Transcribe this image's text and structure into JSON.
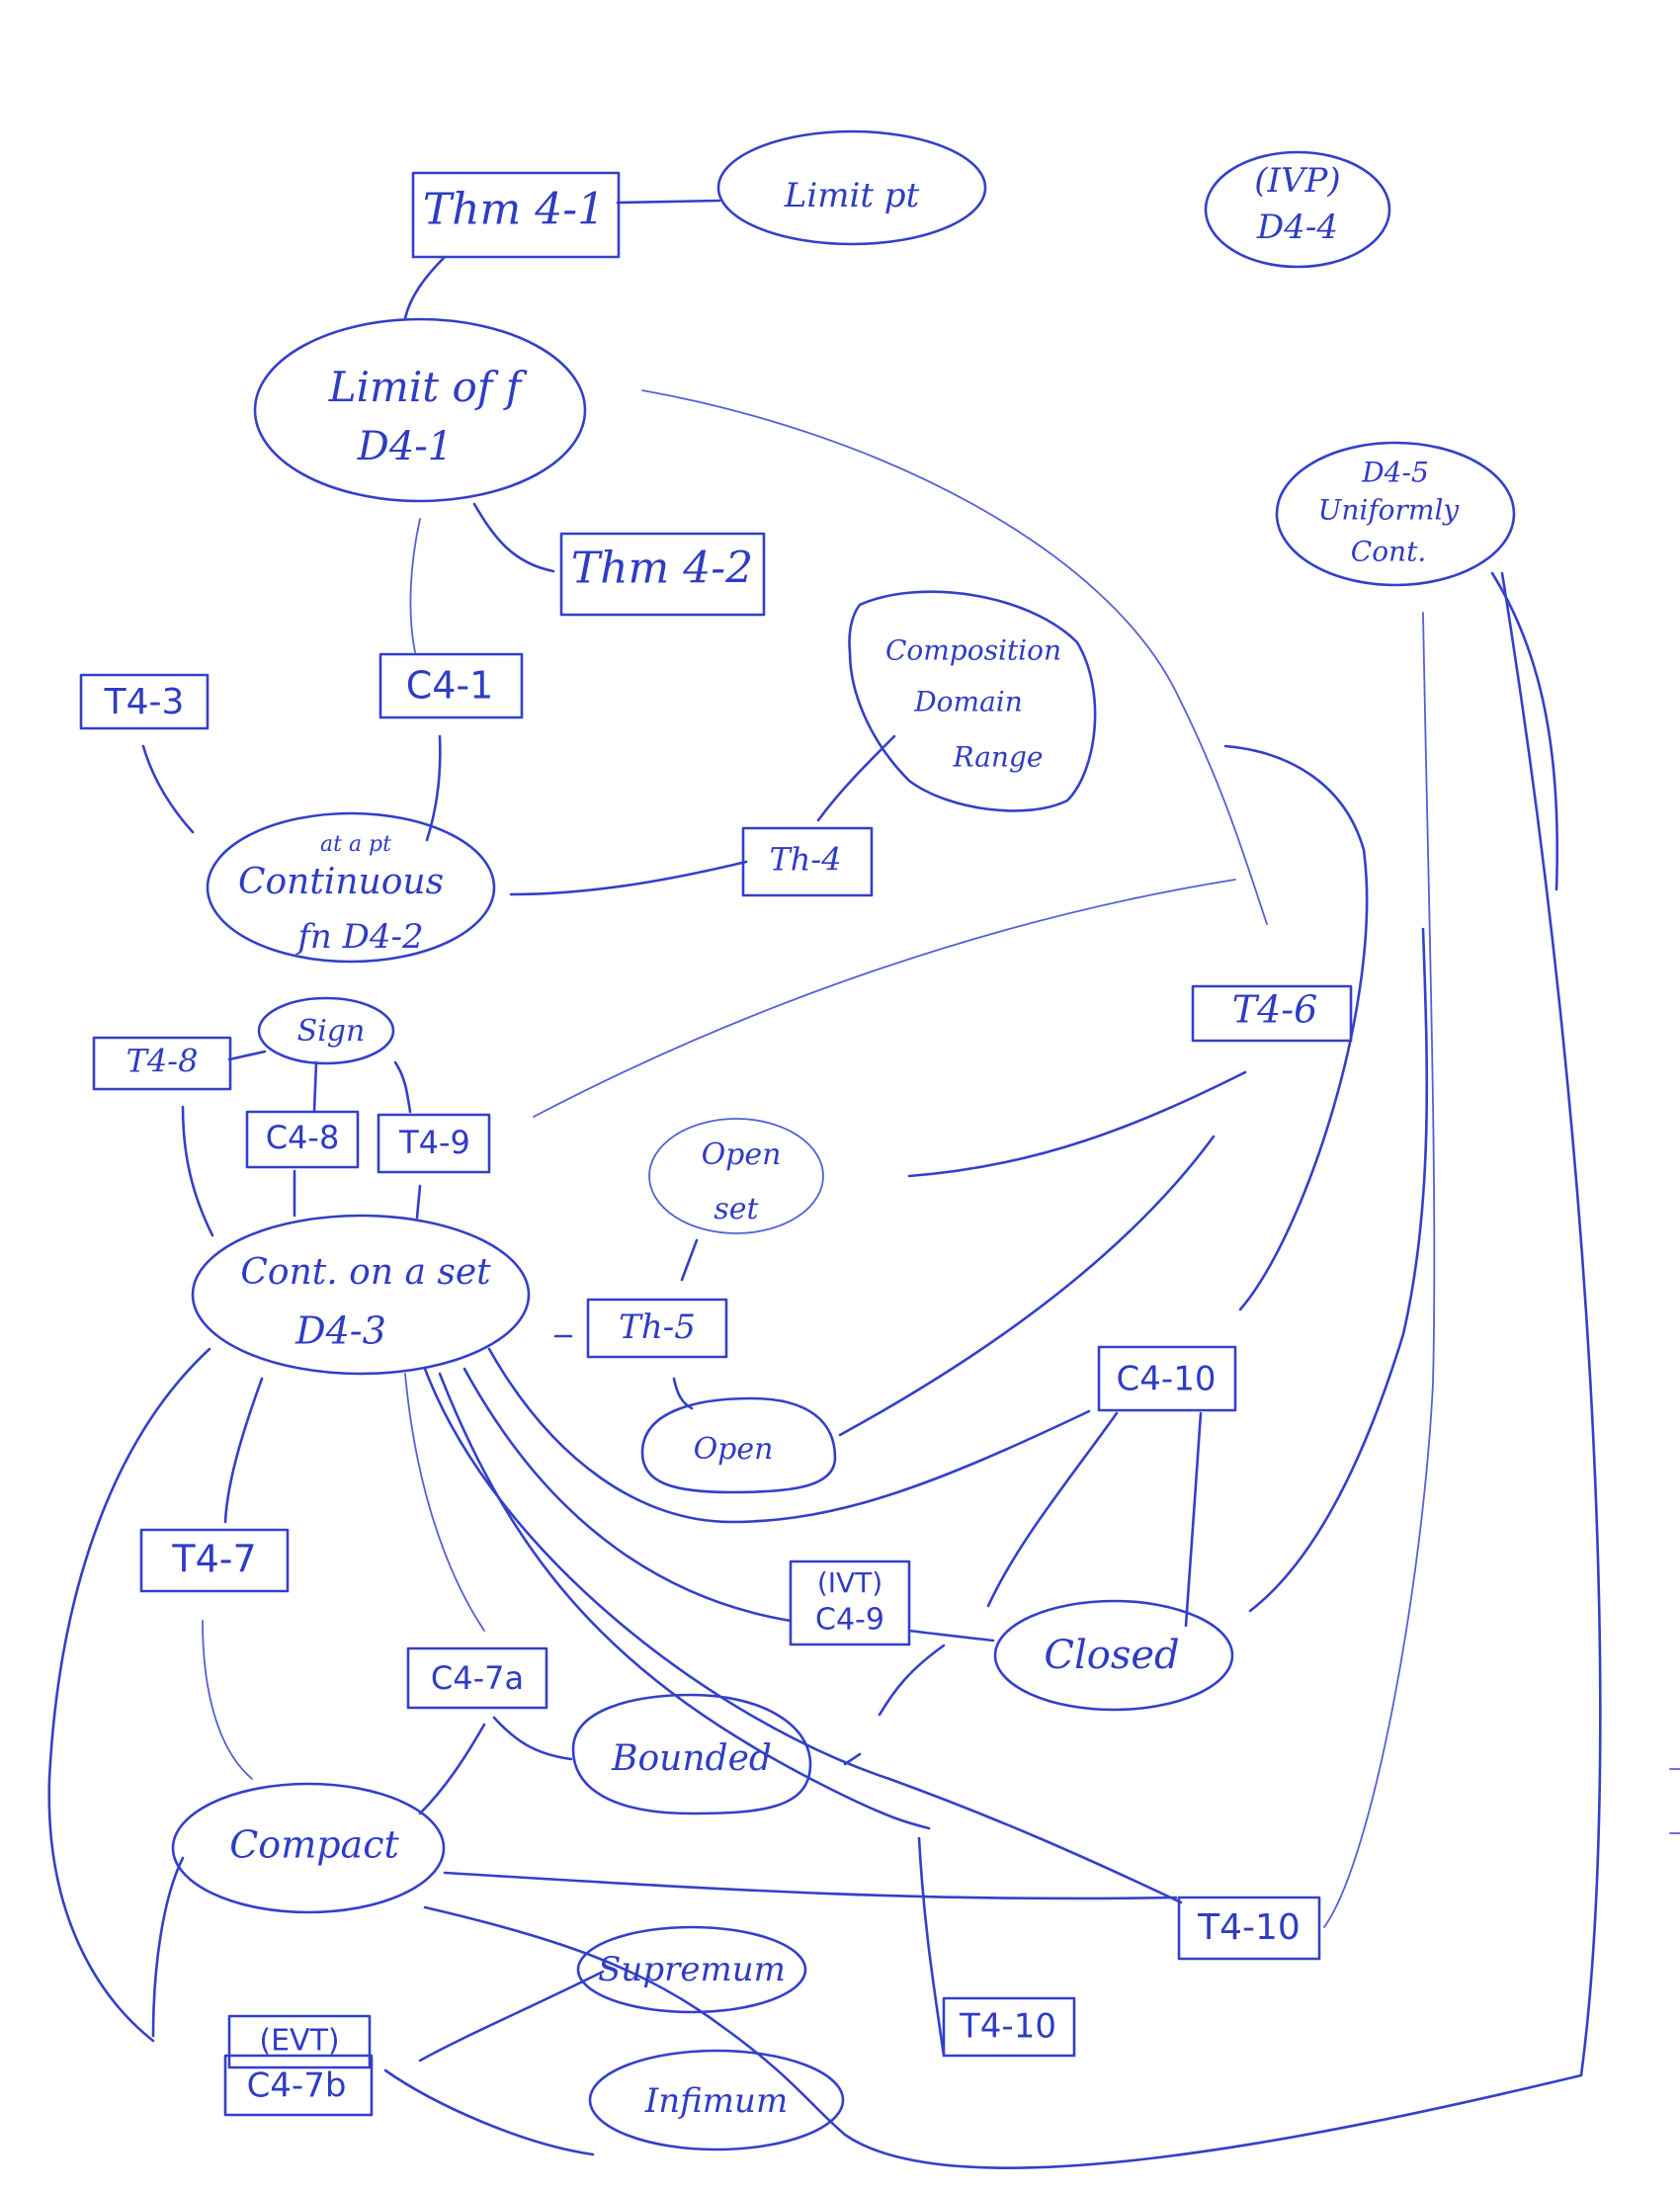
{
  "diagram": {
    "nodes": {
      "thm41": {
        "label": "Thm 4-1"
      },
      "limitpt": {
        "label": "Limit pt"
      },
      "ivp": {
        "line1": "(IVP)",
        "line2": "D4-4"
      },
      "limitf": {
        "line1": "Limit of f",
        "line2": "D4-1"
      },
      "d45": {
        "line1": "D4-5",
        "line2": "Uniformly",
        "line3": "Cont."
      },
      "thm42": {
        "label": "Thm 4-2"
      },
      "comp": {
        "line1": "Composition",
        "line2": "Domain",
        "line3": "Range"
      },
      "t43": {
        "label": "T4-3"
      },
      "c41": {
        "label": "C4-1"
      },
      "contpt": {
        "line1": "at a pt",
        "line2": "Continuous",
        "line3": "fn D4-2"
      },
      "t44": {
        "label": "Th-4"
      },
      "t46": {
        "label": "T4-6"
      },
      "sign": {
        "label": "Sign"
      },
      "t48": {
        "label": "T4-8"
      },
      "c48": {
        "label": "C4-8"
      },
      "t49": {
        "label": "T4-9"
      },
      "openset": {
        "line1": "Open",
        "line2": "set"
      },
      "contset": {
        "line1": "Cont. on a set",
        "line2": "D4-3"
      },
      "t45": {
        "label": "Th-5"
      },
      "c410": {
        "label": "C4-10"
      },
      "open": {
        "label": "Open"
      },
      "t47": {
        "label": "T4-7"
      },
      "c49": {
        "line1": "(IVT)",
        "line2": "C4-9"
      },
      "closed": {
        "label": "Closed"
      },
      "c47a": {
        "label": "C4-7a"
      },
      "bounded": {
        "label": "Bounded"
      },
      "compact": {
        "label": "Compact"
      },
      "t410a": {
        "label": "T4-10"
      },
      "supremum": {
        "label": "Supremum"
      },
      "c47b": {
        "line1": "(EVT)",
        "line2": "C4-7b"
      },
      "t410b": {
        "label": "T4-10"
      },
      "infimum": {
        "label": "Infimum"
      }
    }
  }
}
